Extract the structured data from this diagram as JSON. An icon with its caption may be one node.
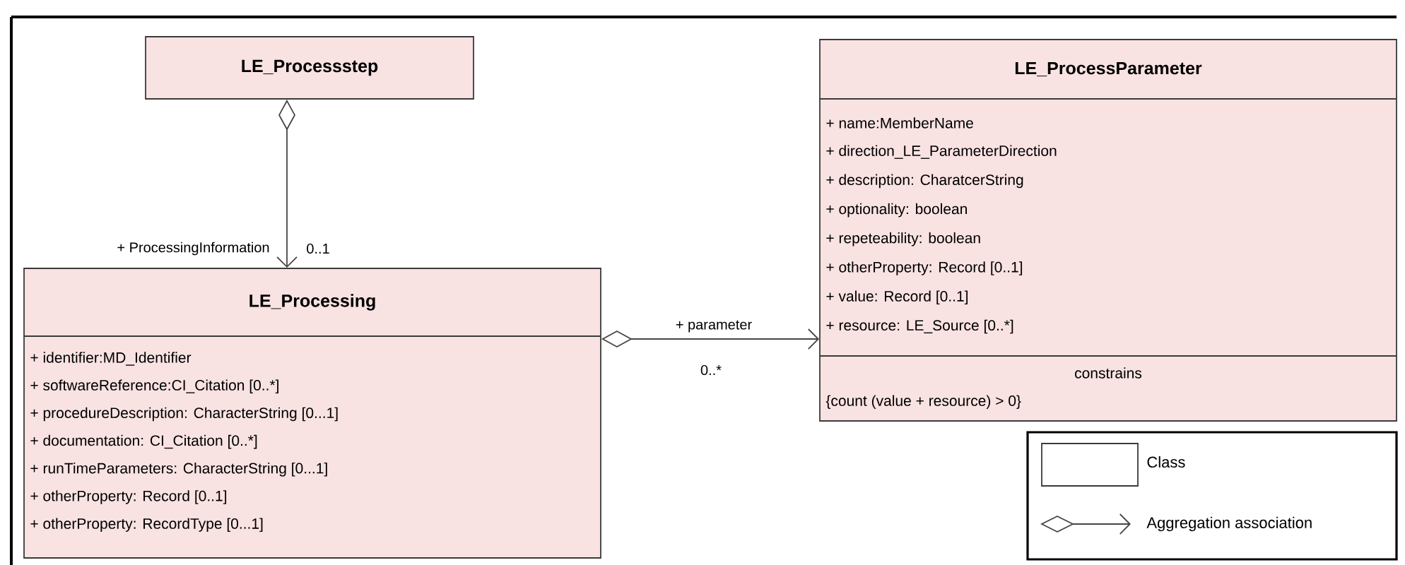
{
  "diagram": {
    "nodes": [
      {
        "text": [
          "LE_Processstep"
        ]
      },
      {
        "text": [
          "LE_Processing",
          "+ identifier:MD_Identifier",
          "+ softwareReference:CI_Citation [0..*]",
          "+ procedureDescription: CharacterString [0...1]",
          "+ documentation: CI_Citation [0..*]",
          "+ runTimeParameters: CharacterString [0...1]",
          "+ otherProperty: Record [0..1]",
          "+ otherProperty: RecordType  [0...1]"
        ]
      },
      {
        "text": [
          "LE_ProcessParameter",
          "+ name:MemberName",
          "+ direction_LE_ParameterDirection",
          "+ description: CharatcerString",
          "+ optionality: boolean",
          "+ repeteability: boolean",
          "+ otherProperty: Record [0..1]",
          "+ value: Record [0..1]",
          "+ resource: LE_Source [0..*]",
          "constrains",
          "{count (value + resource) > 0}"
        ]
      }
    ],
    "edges": [
      {
        "from": 0,
        "to": 1,
        "arrow": "to",
        "label": "+ ProcessingInformation"
      },
      {
        "from": 1,
        "to": 2,
        "arrow": "to",
        "label": "+ parameter"
      }
    ],
    "labels": [
      "0..1",
      "0..*"
    ],
    "legend": [
      {
        "text": "Class"
      },
      {
        "text": "Aggregation association"
      }
    ]
  }
}
